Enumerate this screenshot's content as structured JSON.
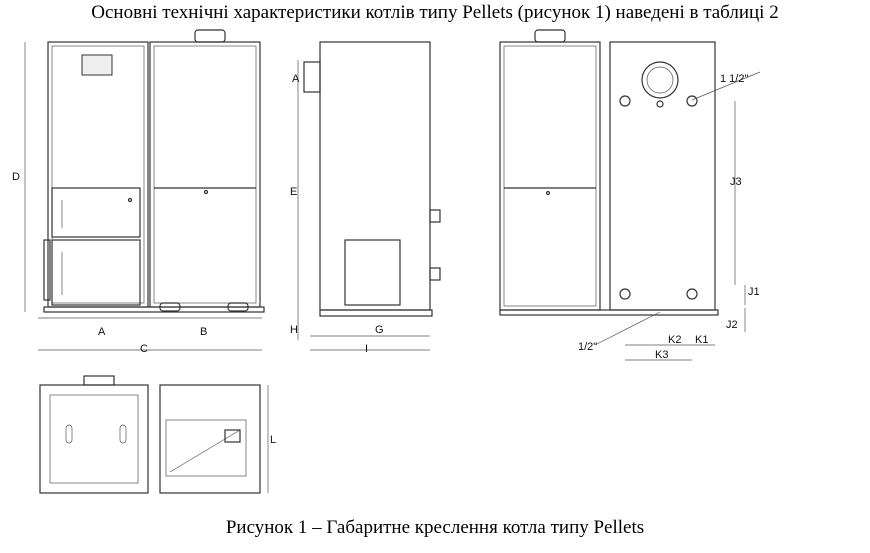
{
  "document": {
    "heading": "Основні технічні характеристики котлів типу Pellets (рисунок 1) наведені в таблиці 2",
    "caption": "Рисунок 1 – Габаритне креслення котла типу Pellets"
  },
  "drawing_labels": {
    "A": "A",
    "B": "B",
    "C": "C",
    "D": "D",
    "A2": "A",
    "E": "E",
    "H": "H",
    "G": "G",
    "I": "I",
    "J1": "J1",
    "J2": "J2",
    "J3": "J3",
    "K1": "K1",
    "K2": "K2",
    "K3": "K3",
    "thread_top": "1 1/2\"",
    "thread_bottom": "1/2\"",
    "L": "L"
  }
}
